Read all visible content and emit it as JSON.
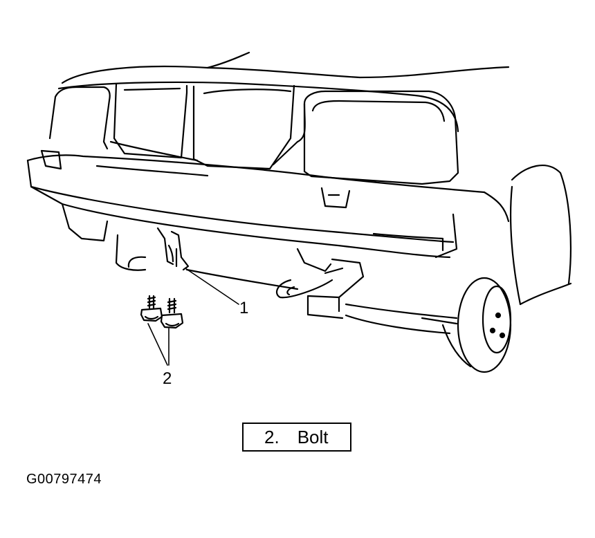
{
  "callouts": [
    {
      "id": "1"
    },
    {
      "id": "2"
    }
  ],
  "legend": {
    "number": "2.",
    "text": "Bolt"
  },
  "figure_id": "G00797474",
  "colors": {
    "line": "#000000",
    "background": "#ffffff"
  }
}
